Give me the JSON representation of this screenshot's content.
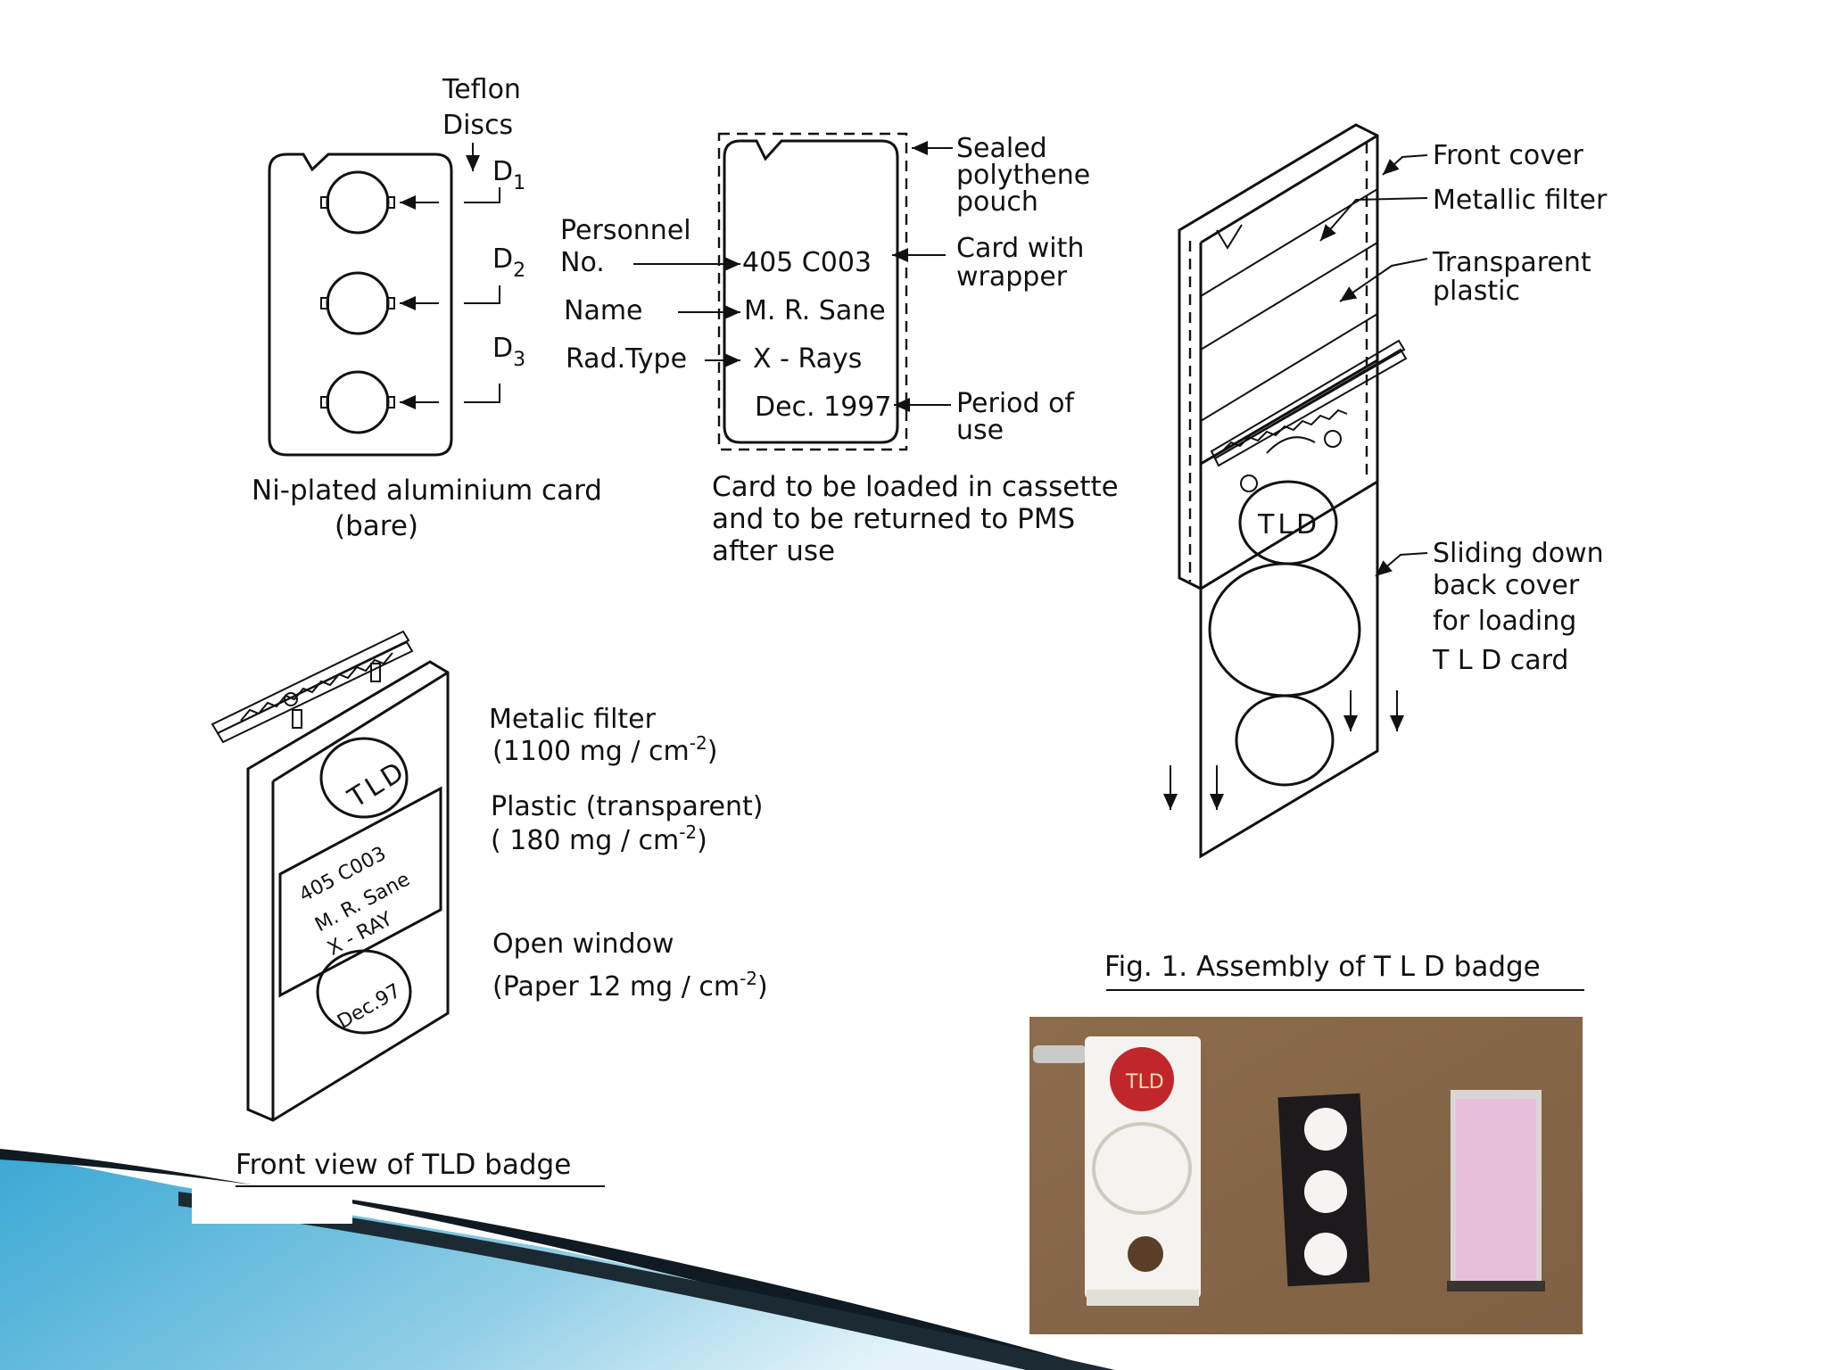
{
  "card_bare": {
    "teflon_label_line1": "Teflon",
    "teflon_label_line2": "Discs",
    "d1": "D",
    "d1_sub": "1",
    "d2": "D",
    "d2_sub": "2",
    "d3": "D",
    "d3_sub": "3",
    "caption_line1": "Ni-plated aluminium card",
    "caption_line2": "(bare)"
  },
  "card_wrapped": {
    "personnel_label_line1": "Personnel",
    "personnel_label_line2": "No.",
    "name_label": "Name",
    "radtype_label": "Rad.Type",
    "personnel_value": "405 C003",
    "name_value": "M. R. Sane",
    "radtype_value": "X - Rays",
    "period_value": "Dec. 1997",
    "pouch_label_line1": "Sealed",
    "pouch_label_line2": "polythene",
    "pouch_label_line3": "pouch",
    "wrapper_label_line1": "Card with",
    "wrapper_label_line2": "wrapper",
    "period_label_line1": "Period of",
    "period_label_line2": "use",
    "caption_line1": "Card to be loaded in cassette",
    "caption_line2": "and to be returned to PMS",
    "caption_line3": "after use"
  },
  "assembly": {
    "front_cover": "Front cover",
    "metallic_filter": "Metallic filter",
    "transparent_line1": "Transparent",
    "transparent_line2": "plastic",
    "tld_label": "TLD",
    "sliding_line1": "Sliding down",
    "sliding_line2": "back cover",
    "sliding_line3": "for loading",
    "sliding_line4": "T L D card",
    "caption": "Fig. 1. Assembly of T L D badge"
  },
  "front_view": {
    "tld_disc": "TLD",
    "badge_line1": "405 C003",
    "badge_line2": "M. R. Sane",
    "badge_line3": "X - RAY",
    "date_disc": "Dec.97",
    "metalic_filter_line1": "Metalic filter",
    "metalic_filter_line2_pre": "(1100 mg / cm",
    "metalic_filter_sup": "-2",
    "metalic_filter_post": ")",
    "plastic_line1": "Plastic (transparent)",
    "plastic_line2_pre": "( 180 mg / cm",
    "plastic_sup": "-2",
    "plastic_post": ")",
    "open_window_line1": "Open window",
    "open_window_line2_pre": "(Paper 12 mg / cm",
    "open_window_sup": "-2",
    "open_window_post": ")",
    "caption": "Front view of TLD badge"
  },
  "photo": {
    "badge_logo_text": "TLD"
  },
  "colors": {
    "slide_bg": "#ffffff",
    "accent_dark": "#0f1a22",
    "accent_blue": "#2a9ccc",
    "accent_light": "#9dd4ea",
    "photo_bg": "#8a6a4a",
    "logo_red": "#c0262b",
    "pouch_pink": "#e8bfd9"
  }
}
